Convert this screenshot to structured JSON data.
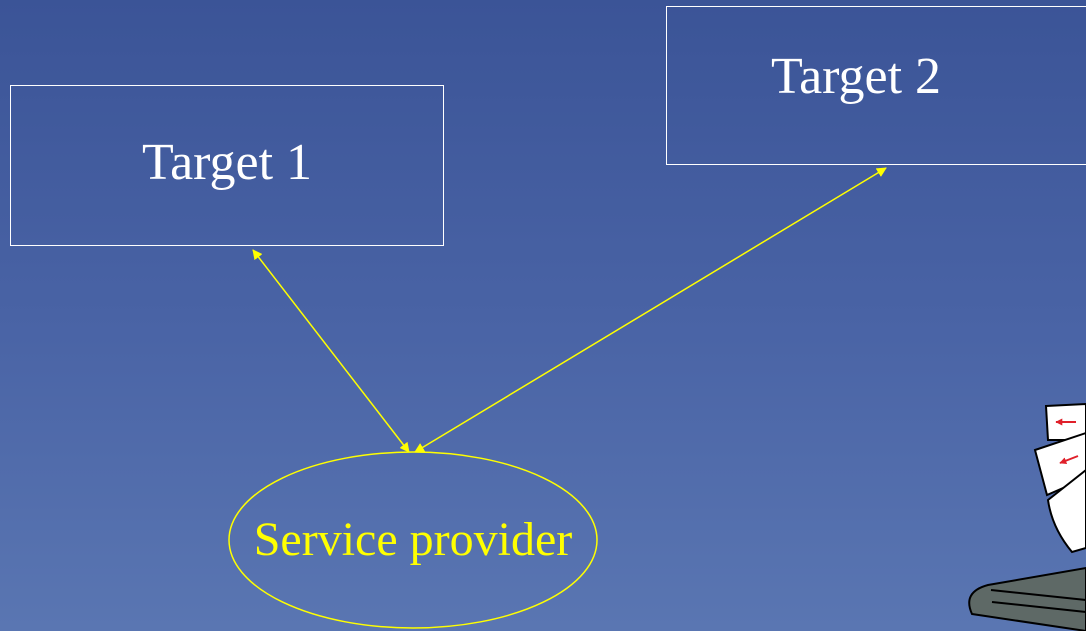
{
  "diagram": {
    "target1_label": "Target 1",
    "target2_label": "Target 2",
    "provider_label": "Service provider"
  },
  "colors": {
    "background_top": "#3b5497",
    "background_bottom": "#5a76b2",
    "box_border": "#ffffff",
    "connector": "#ffff00",
    "provider_text": "#ffff00"
  },
  "icons": [
    "papers-on-tray-icon"
  ]
}
